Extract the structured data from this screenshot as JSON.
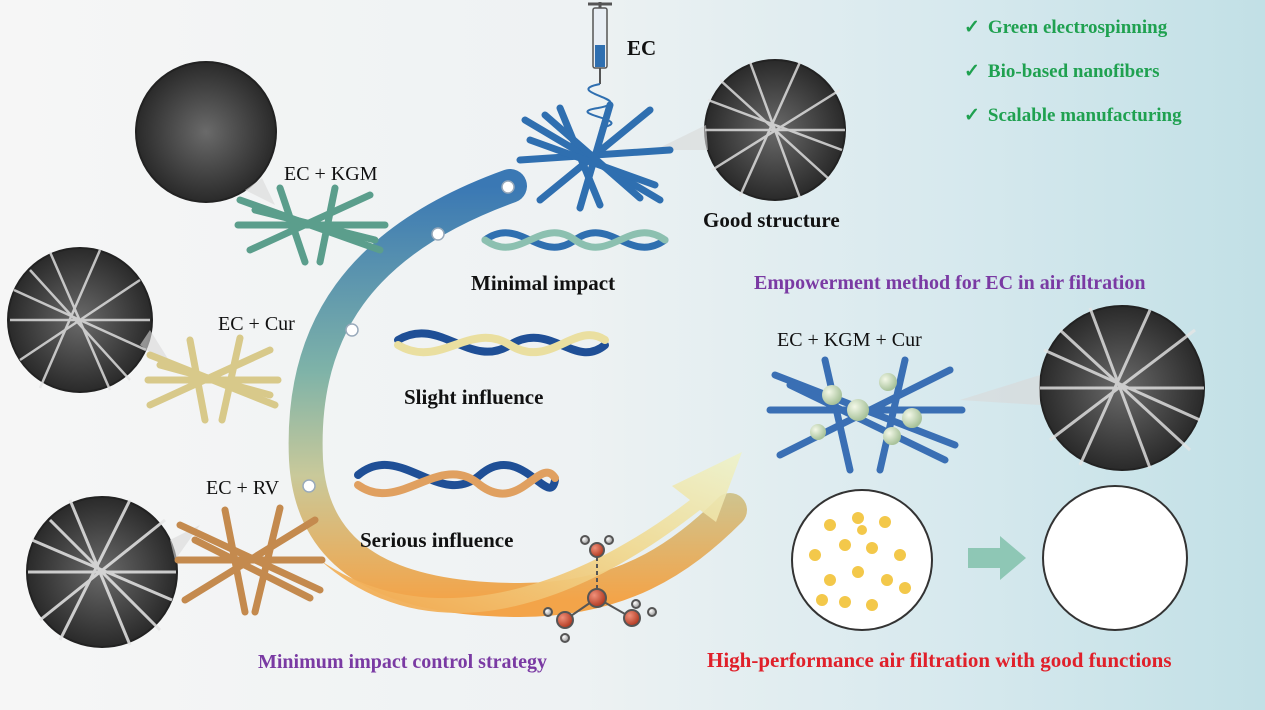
{
  "labels": {
    "ec": "EC",
    "ec_kgm": "EC + KGM",
    "ec_cur": "EC + Cur",
    "ec_rv": "EC + RV",
    "ec_kgm_cur": "EC + KGM + Cur",
    "good_structure": "Good structure",
    "minimal_impact": "Minimal impact",
    "slight_influence": "Slight influence",
    "serious_influence": "Serious influence",
    "empowerment": "Empowerment method for EC in air filtration",
    "minimum_strategy": "Minimum impact control strategy",
    "high_performance": "High-performance air filtration with good functions"
  },
  "features": [
    {
      "check": "✓",
      "text": "Green electrospinning"
    },
    {
      "check": "✓",
      "text": "Bio-based nanofibers"
    },
    {
      "check": "✓",
      "text": "Scalable manufacturing"
    }
  ],
  "colors": {
    "ec_fiber": "#2f6fb0",
    "kgm_fiber": "#5b9e8c",
    "cur_fiber": "#d8c98a",
    "rv_fiber": "#c48a4e",
    "arc_top": "#2f6fb0",
    "arc_bottom": "#f5a040",
    "feature_green": "#1fa150",
    "purple": "#7a3aa3",
    "red": "#e0202a"
  }
}
